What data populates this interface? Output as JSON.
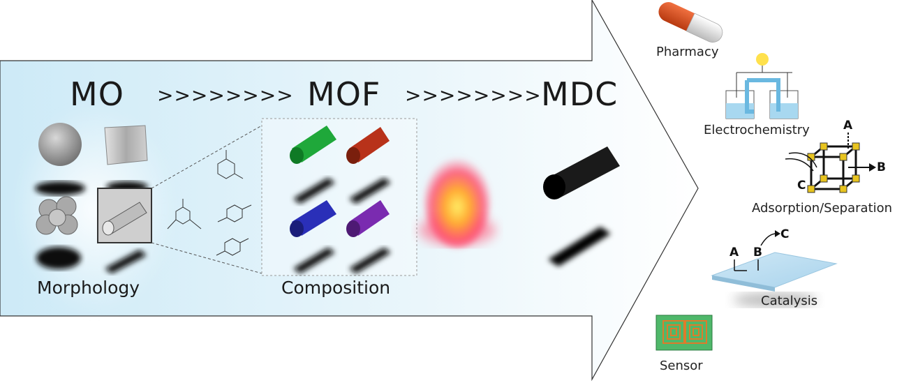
{
  "stages": {
    "mo": "MO",
    "mof": "MOF",
    "mdc": "MDC",
    "arrows_1": ">>>>>>>>",
    "arrows_2": ">>>>>>>>"
  },
  "panels": {
    "morphology": "Morphology",
    "composition": "Composition"
  },
  "applications": {
    "pharmacy": "Pharmacy",
    "electrochemistry": "Electrochemistry",
    "adsorption": "Adsorption/Separation",
    "catalysis": "Catalysis",
    "sensor": "Sensor"
  },
  "tags": {
    "a": "A",
    "b": "B",
    "c": "C"
  },
  "colors": {
    "arrow_fill_left": "#d6f0fa",
    "arrow_fill_right": "#ffffff",
    "mof_green": "#1fa83a",
    "mof_red": "#b8321a",
    "mof_blue": "#2a2fb8",
    "mof_purple": "#7a2bb0",
    "mdc_black": "#1a1a1a",
    "flame_core": "#ffcc33",
    "flame_outer": "#ee3344",
    "pill_top": "#d94a1a",
    "pill_bottom": "#e8e8e8",
    "sensor_green": "#4fb86a",
    "mof_frame": "#e8c41f"
  }
}
